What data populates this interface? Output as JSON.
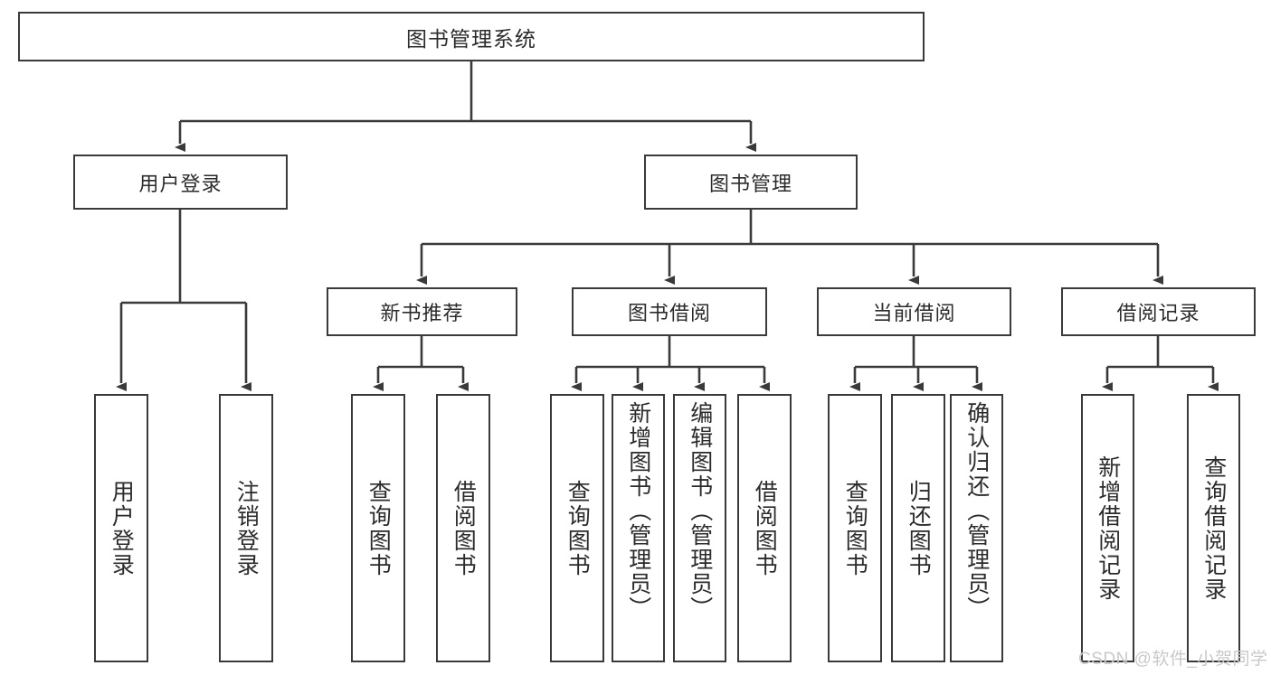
{
  "diagram": {
    "title": "图书管理系统",
    "type": "hierarchy-tree",
    "stroke_color": "#3a3a3a",
    "text_color": "#2b2b2b",
    "background_color": "#ffffff",
    "root": {
      "label": "图书管理系统"
    },
    "tier1": [
      {
        "label": "用户登录"
      },
      {
        "label": "图书管理"
      }
    ],
    "tier2": [
      {
        "label": "新书推荐"
      },
      {
        "label": "图书借阅"
      },
      {
        "label": "当前借阅"
      },
      {
        "label": "借阅记录"
      }
    ],
    "leaves": {
      "user_login": [
        {
          "label": "用户登录"
        },
        {
          "label": "注销登录"
        }
      ],
      "new_book_recommend": [
        {
          "label": "查询图书"
        },
        {
          "label": "借阅图书"
        }
      ],
      "book_borrow": [
        {
          "label": "查询图书"
        },
        {
          "label": "新增图书（管理员）"
        },
        {
          "label": "编辑图书（管理员）"
        },
        {
          "label": "借阅图书"
        }
      ],
      "current_borrow": [
        {
          "label": "查询图书"
        },
        {
          "label": "归还图书"
        },
        {
          "label": "确认归还（管理员）"
        }
      ],
      "borrow_record": [
        {
          "label": "新增借阅记录"
        },
        {
          "label": "查询借阅记录"
        }
      ]
    }
  },
  "watermark": {
    "text": "CSDN @软件_小贺同学",
    "color": "#c9c9c9"
  }
}
